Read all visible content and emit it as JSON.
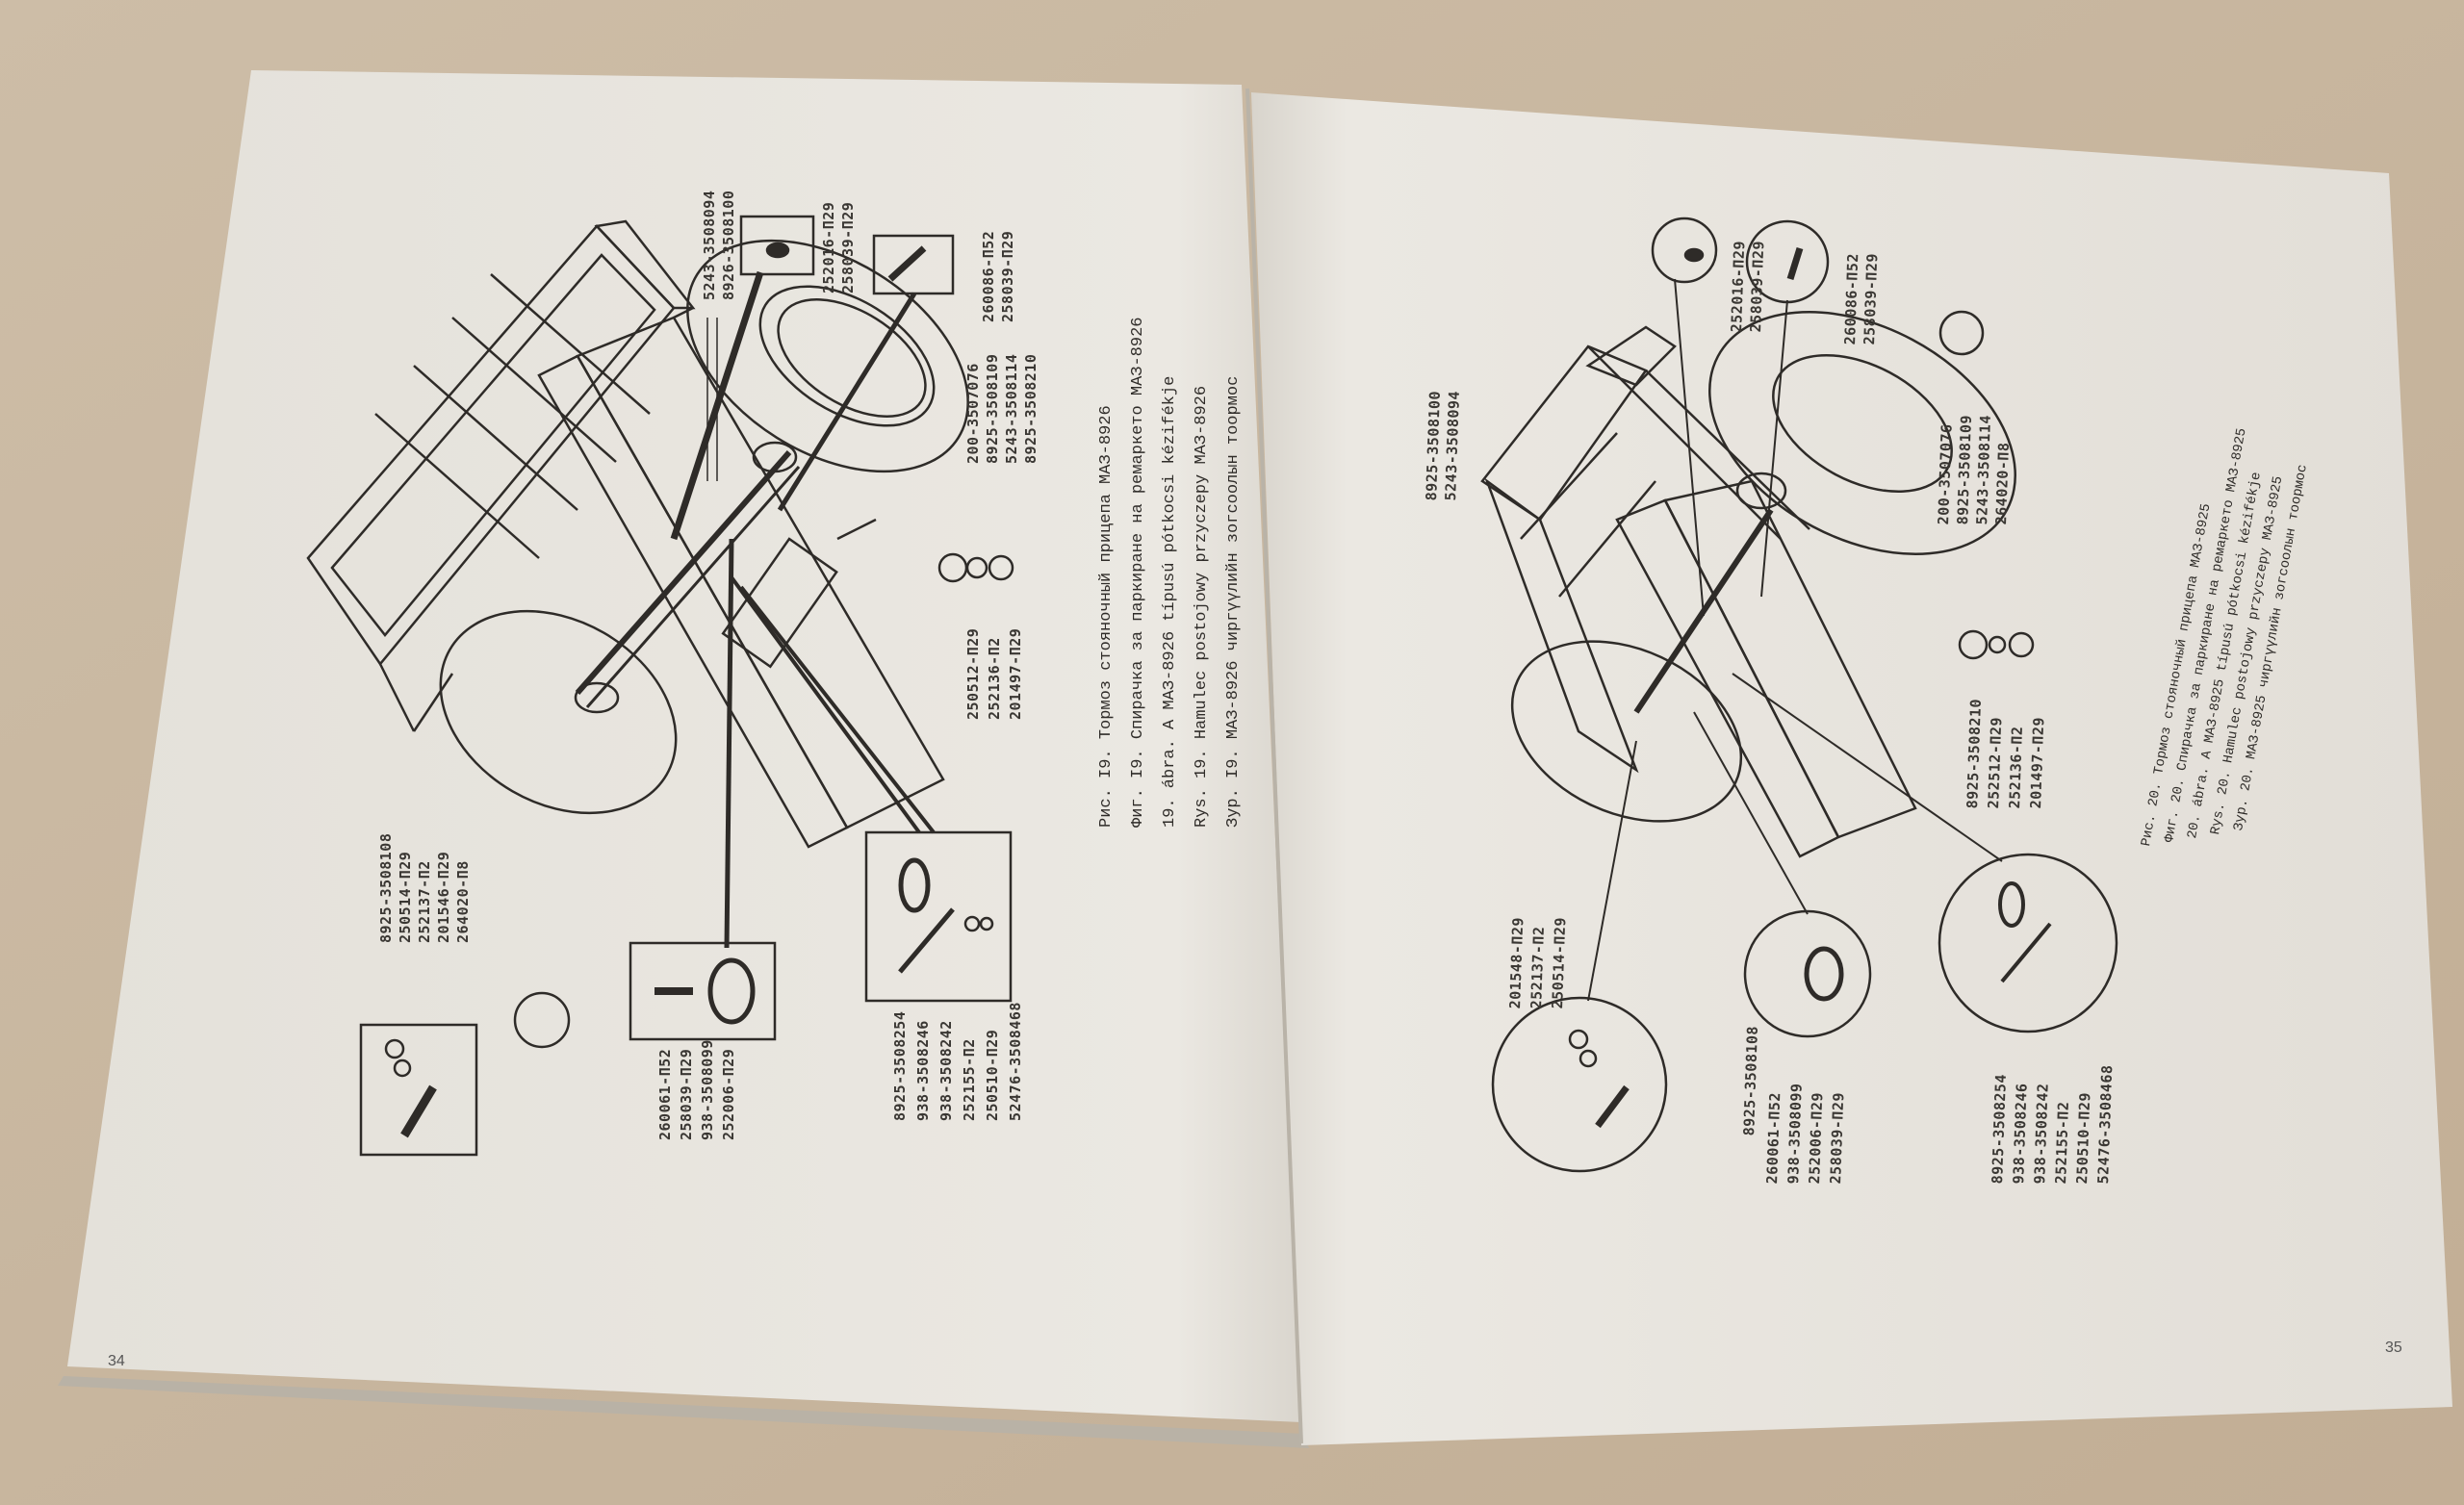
{
  "left_page": {
    "page_number": "34",
    "caption": [
      "Рис. I9. Тормоз стояночный прицепа МАЗ-8926",
      "Фиг. I9. Спирачка за паркиране на ремаркето МАЗ-8926",
      "19. ábra. A МАЗ-8926 típusú pótkocsi kézifékje",
      "Rys. 19. Hamulec postojowy przyczepy МАЗ-8926",
      "Зур. I9. МАЗ-8926 чиргүүлийн зогсоолын тоормос"
    ],
    "label_groups": [
      [
        "5243-3508094",
        "8926-3508100"
      ],
      [
        "252016-П29",
        "258039-П29"
      ],
      [
        "260086-П52",
        "258039-П29"
      ],
      [
        "200-3507076",
        "8925-3508109",
        "5243-3508114",
        "8925-3508210"
      ],
      [
        "250512-П29",
        "252136-П2",
        "201497-П29"
      ],
      [
        "8925-3508108",
        "250514-П29",
        "252137-П2",
        "201546-П29",
        "264020-П8"
      ],
      [
        "260061-П52",
        "258039-П29",
        "938-3508099",
        "252006-П29"
      ],
      [
        "8925-3508254",
        "938-3508246",
        "938-3508242",
        "252155-П2",
        "250510-П29",
        "52476-3508468"
      ]
    ]
  },
  "right_page": {
    "page_number": "35",
    "caption": [
      "Рис. 20. Тормоз стояночный прицепа МАЗ-8925",
      "Фиг. 20. Спирачка за паркиране на ремаркето МАЗ-8925",
      "20. ábra. A МАЗ-8925 típusú pótkocsi kézifékje",
      "Rys. 20. Hamulec postojowy przyczepy МАЗ-8925",
      "Зур. 20. МАЗ-8925 чиргүүлийн зогсоолын тоормос"
    ],
    "label_groups": [
      [
        "8925-3508100",
        "5243-3508094"
      ],
      [
        "252016-П29",
        "258039-П29"
      ],
      [
        "260086-П52",
        "258039-П29"
      ],
      [
        "200-3507076",
        "8925-3508109",
        "5243-3508114",
        "264020-П8"
      ],
      [
        "8925-3508210",
        "252512-П29",
        "252136-П2",
        "201497-П29"
      ],
      [
        "201548-П29",
        "252137-П2",
        "250514-П29"
      ],
      [
        "8925-3508108"
      ],
      [
        "260061-П52",
        "938-3508099",
        "252006-П29",
        "258039-П29"
      ],
      [
        "8925-3508254",
        "938-3508246",
        "938-3508242",
        "252155-П2",
        "250510-П29",
        "52476-3508468"
      ]
    ]
  },
  "colors": {
    "table": "#c8b8a2",
    "paper": "#e9e6e0",
    "ink": "#2e2b28"
  }
}
